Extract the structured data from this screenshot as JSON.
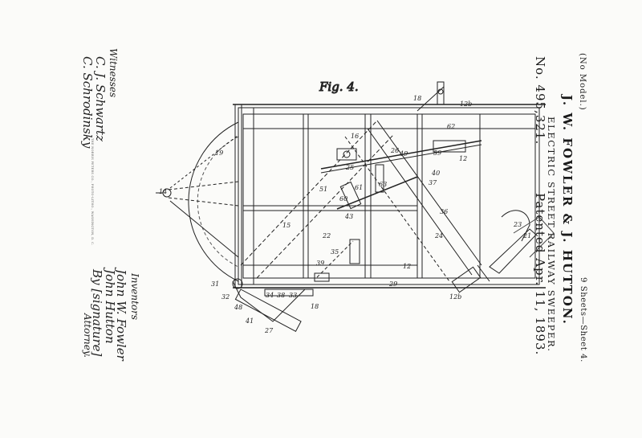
{
  "header": {
    "model_note": "(No Model.)",
    "inventors": "J. W. FOWLER & J. HUTTON.",
    "title": "ELECTRIC STREET RAILWAY SWEEPER.",
    "sheet_info": "9 Sheets—Sheet 4.",
    "patent_number": "No. 495,321.",
    "patented_date": "Patented Apr. 11, 1893."
  },
  "figure": {
    "label": "Fig. 4."
  },
  "reference_numerals": [
    {
      "key": "r18",
      "text": "18"
    },
    {
      "key": "r12b",
      "text": "12b"
    },
    {
      "key": "r62",
      "text": "62"
    },
    {
      "key": "r16",
      "text": "16"
    },
    {
      "key": "r19",
      "text": "19"
    },
    {
      "key": "r26",
      "text": "26"
    },
    {
      "key": "r49",
      "text": "49"
    },
    {
      "key": "r59",
      "text": "59"
    },
    {
      "key": "r12a",
      "text": "12"
    },
    {
      "key": "r25",
      "text": "25"
    },
    {
      "key": "r63",
      "text": "63"
    },
    {
      "key": "r40",
      "text": "40"
    },
    {
      "key": "r37",
      "text": "37"
    },
    {
      "key": "r14",
      "text": "14"
    },
    {
      "key": "r51",
      "text": "51"
    },
    {
      "key": "r60",
      "text": "60"
    },
    {
      "key": "r61",
      "text": "61"
    },
    {
      "key": "r43",
      "text": "43"
    },
    {
      "key": "r36",
      "text": "36"
    },
    {
      "key": "r23",
      "text": "23"
    },
    {
      "key": "r21",
      "text": "21"
    },
    {
      "key": "r15",
      "text": "15"
    },
    {
      "key": "r22",
      "text": "22"
    },
    {
      "key": "r24",
      "text": "24"
    },
    {
      "key": "r35",
      "text": "35"
    },
    {
      "key": "r39",
      "text": "39"
    },
    {
      "key": "r12c",
      "text": "12"
    },
    {
      "key": "r31",
      "text": "31"
    },
    {
      "key": "r32",
      "text": "32"
    },
    {
      "key": "r29",
      "text": "29"
    },
    {
      "key": "r34",
      "text": "34"
    },
    {
      "key": "r38",
      "text": "38"
    },
    {
      "key": "r33",
      "text": "33"
    },
    {
      "key": "r12d",
      "text": "12b"
    },
    {
      "key": "r48",
      "text": "48"
    },
    {
      "key": "r18b",
      "text": "18"
    },
    {
      "key": "r41",
      "text": "41"
    },
    {
      "key": "r27",
      "text": "27"
    }
  ],
  "witnesses": {
    "label": "Witnesses",
    "name1": "C. J. Schwartz",
    "name2": "C. Schrodinsky"
  },
  "inventors_sig": {
    "label": "Inventors",
    "name1": "John W. Fowler",
    "name2": "John Hutton",
    "by": "By [signature]",
    "attorney": "Attorney."
  },
  "engraver_note": "THE NORRIS PETERS CO., PHOTO-LITHO., WASHINGTON, D. C."
}
